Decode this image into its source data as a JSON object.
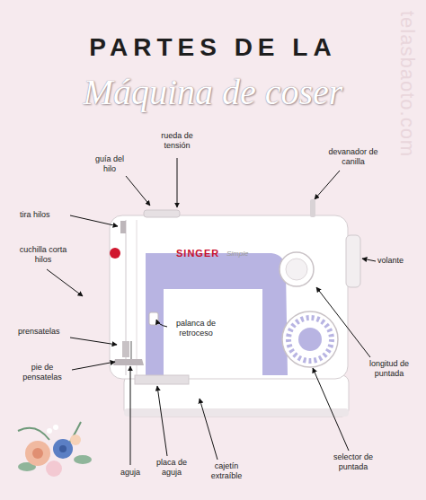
{
  "diagram": {
    "title": "PARTES DE LA Máquina de coser",
    "labels": [
      "guía del hilo",
      "rueda de tensión",
      "devanador de canilla",
      "tira hilos",
      "volante",
      "cuchilla corta hilos",
      "prensatelas",
      "palanca de retroceso",
      "pie de pensatelas",
      "longitud de puntada",
      "aguja",
      "placa de aguja",
      "cajetín extraíble",
      "selector de puntada",
      "SINGER",
      "Simple",
      "telasbaoto.com"
    ]
  }
}
